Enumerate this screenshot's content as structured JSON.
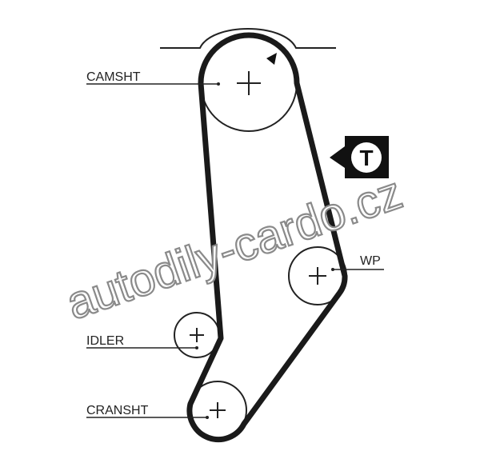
{
  "labels": {
    "camshaft": "CAMSHT",
    "idler": "IDLER",
    "water_pump": "WP",
    "crankshaft": "CRANSHT",
    "tensioner": "T"
  },
  "watermark": "autodily-cardo.cz",
  "colors": {
    "belt": "#1a1a1a",
    "line": "#222222",
    "watermark": "#8a8a8a"
  }
}
